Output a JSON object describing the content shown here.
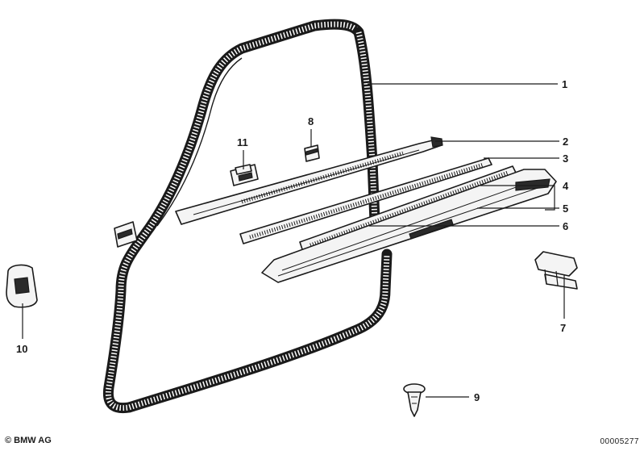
{
  "callouts": [
    {
      "id": "1",
      "text": "1"
    },
    {
      "id": "2",
      "text": "2"
    },
    {
      "id": "3",
      "text": "3"
    },
    {
      "id": "4",
      "text": "4"
    },
    {
      "id": "5",
      "text": "5"
    },
    {
      "id": "6",
      "text": "6"
    },
    {
      "id": "7",
      "text": "7"
    },
    {
      "id": "8",
      "text": "8"
    },
    {
      "id": "9",
      "text": "9"
    },
    {
      "id": "10",
      "text": "10"
    },
    {
      "id": "11",
      "text": "11"
    }
  ],
  "footer": {
    "copyright": "© BMW AG",
    "diagram_number": "00005277"
  }
}
